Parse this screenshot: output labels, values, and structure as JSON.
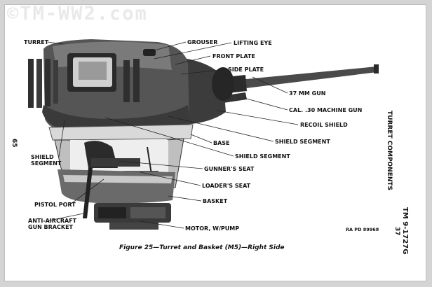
{
  "watermark": "©TM-WW2.com",
  "page_number": "65",
  "side_heading": "TURRET COMPONENTS",
  "manual_id": {
    "line1": "TM 9-1727G",
    "line2": "37"
  },
  "ra_code": "RA PD 89968",
  "caption": "Figure 25—Turret and Basket (M5)—Right Side",
  "labels": {
    "turret": "TURRET",
    "grouser": "GROUSER",
    "lifting_eye": "LIFTING EYE",
    "front_plate": "FRONT PLATE",
    "side_plate": "SIDE PLATE",
    "gun_37mm": "37 MM GUN",
    "mg": "CAL. .30 MACHINE GUN",
    "recoil_shield": "RECOIL SHIELD",
    "shield_segment_r": "SHIELD SEGMENT",
    "base": "BASE",
    "shield_segment_r2": "SHIELD SEGMENT",
    "gunners_seat": "GUNNER'S SEAT",
    "loaders_seat": "LOADER'S SEAT",
    "basket": "BASKET",
    "motor": "MOTOR, W/PUMP",
    "shield_segment_l": [
      "SHIELD",
      "SEGMENT"
    ],
    "pistol_port": "PISTOL PORT",
    "aa_bracket": [
      "ANTI-AIRCRAFT",
      "GUN BRACKET"
    ]
  }
}
